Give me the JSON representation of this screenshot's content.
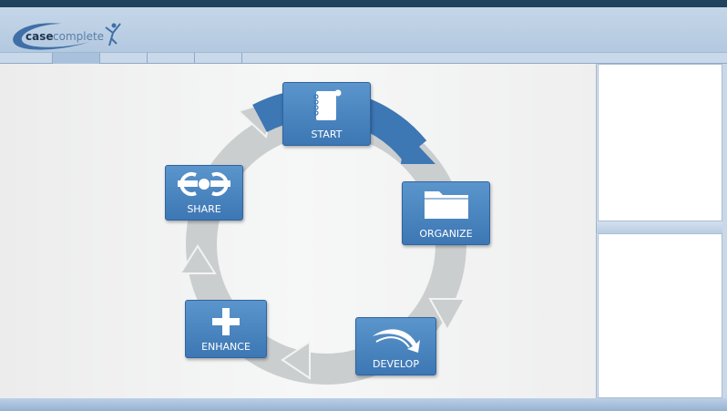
{
  "app": {
    "logo_text_a": "case",
    "logo_text_b": "complete"
  },
  "diagram": {
    "steps": [
      {
        "label": "START",
        "icon": "notebook-icon"
      },
      {
        "label": "ORGANIZE",
        "icon": "folder-icon"
      },
      {
        "label": "DEVELOP",
        "icon": "swoosh-arrow-icon"
      },
      {
        "label": "ENHANCE",
        "icon": "plus-icon"
      },
      {
        "label": "SHARE",
        "icon": "connector-icon"
      }
    ]
  },
  "colors": {
    "accent": "#3d77b4",
    "ring": "#c9cccd"
  }
}
